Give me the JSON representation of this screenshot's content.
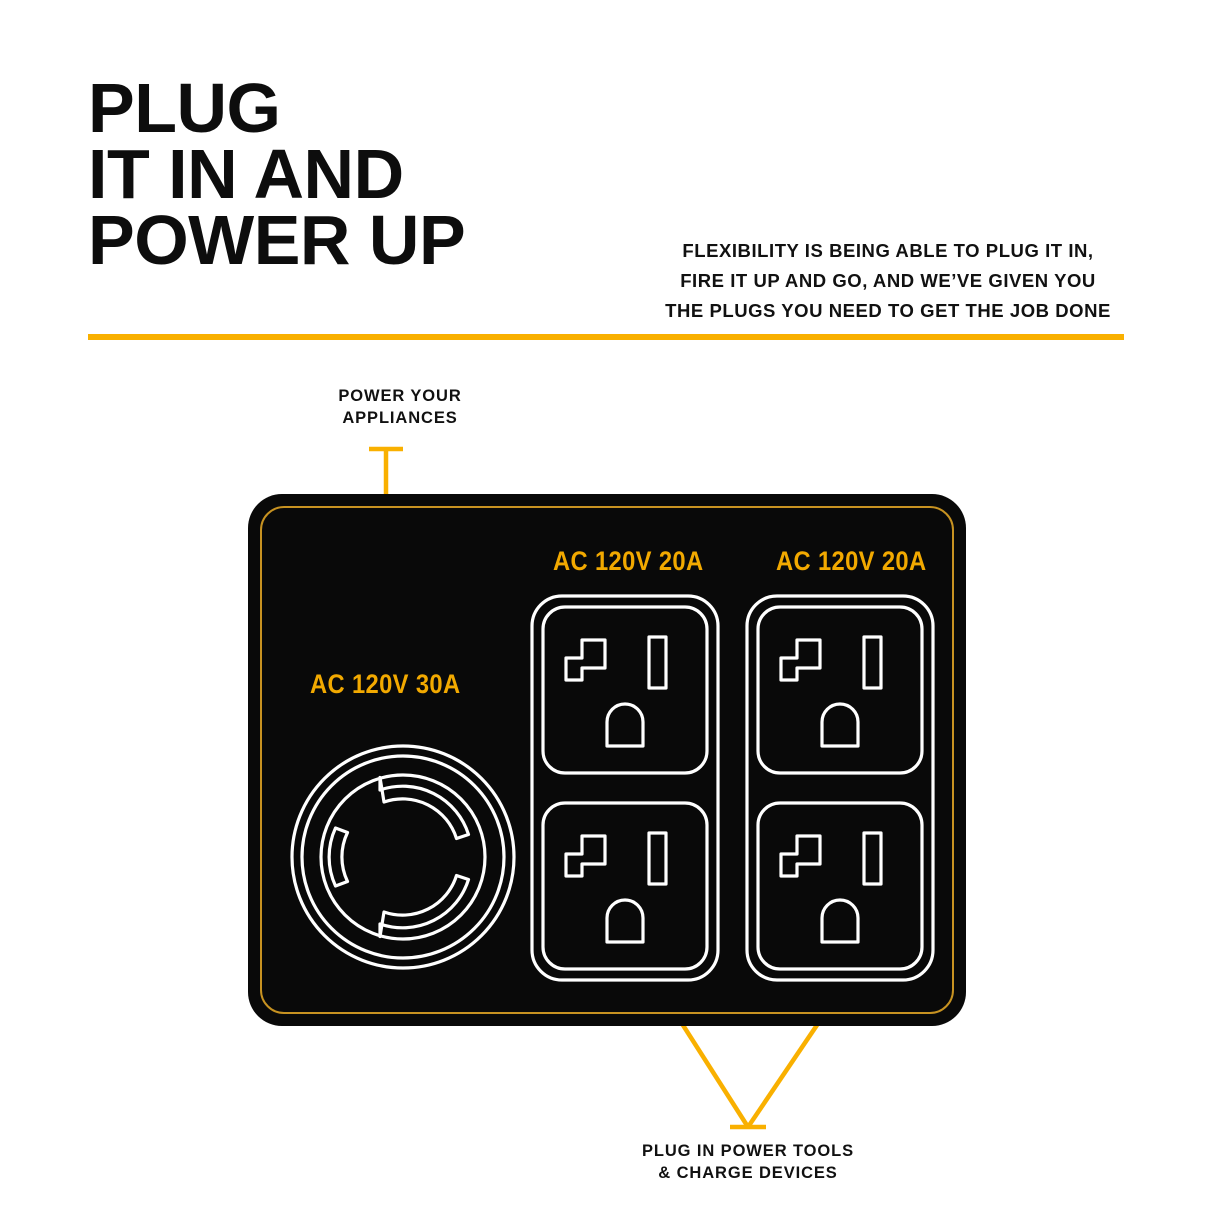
{
  "headline": {
    "lines": [
      "PLUG",
      "IT IN AND",
      "POWER UP"
    ]
  },
  "subtitle": {
    "lines": [
      "FLEXIBILITY IS BEING ABLE TO PLUG IT IN,",
      "FIRE IT UP AND GO, AND WE’VE GIVEN YOU",
      "THE PLUGS YOU NEED TO GET THE JOB DONE"
    ]
  },
  "callouts": {
    "top": {
      "lines": [
        "POWER YOUR",
        "APPLIANCES"
      ]
    },
    "bottom": {
      "lines": [
        "PLUG IN POWER TOOLS",
        "& CHARGE DEVICES"
      ]
    }
  },
  "panel": {
    "outlets": [
      {
        "name": "twist-lock-30a",
        "label": "AC 120V 30A",
        "type": "NEMA L5-30R twist lock",
        "count": 1
      },
      {
        "name": "duplex-20a-left",
        "label": "AC 120V 20A",
        "type": "NEMA 5-20R duplex",
        "count": 2
      },
      {
        "name": "duplex-20a-right",
        "label": "AC 120V 20A",
        "type": "NEMA 5-20R duplex",
        "count": 2
      }
    ]
  },
  "colors": {
    "gold": "#f9b000",
    "label_gold": "#f2a900",
    "panel_border_gold": "#c79221",
    "panel_black": "#090909",
    "text_black": "#111111",
    "background": "#ffffff",
    "outlet_stroke": "#ffffff"
  }
}
